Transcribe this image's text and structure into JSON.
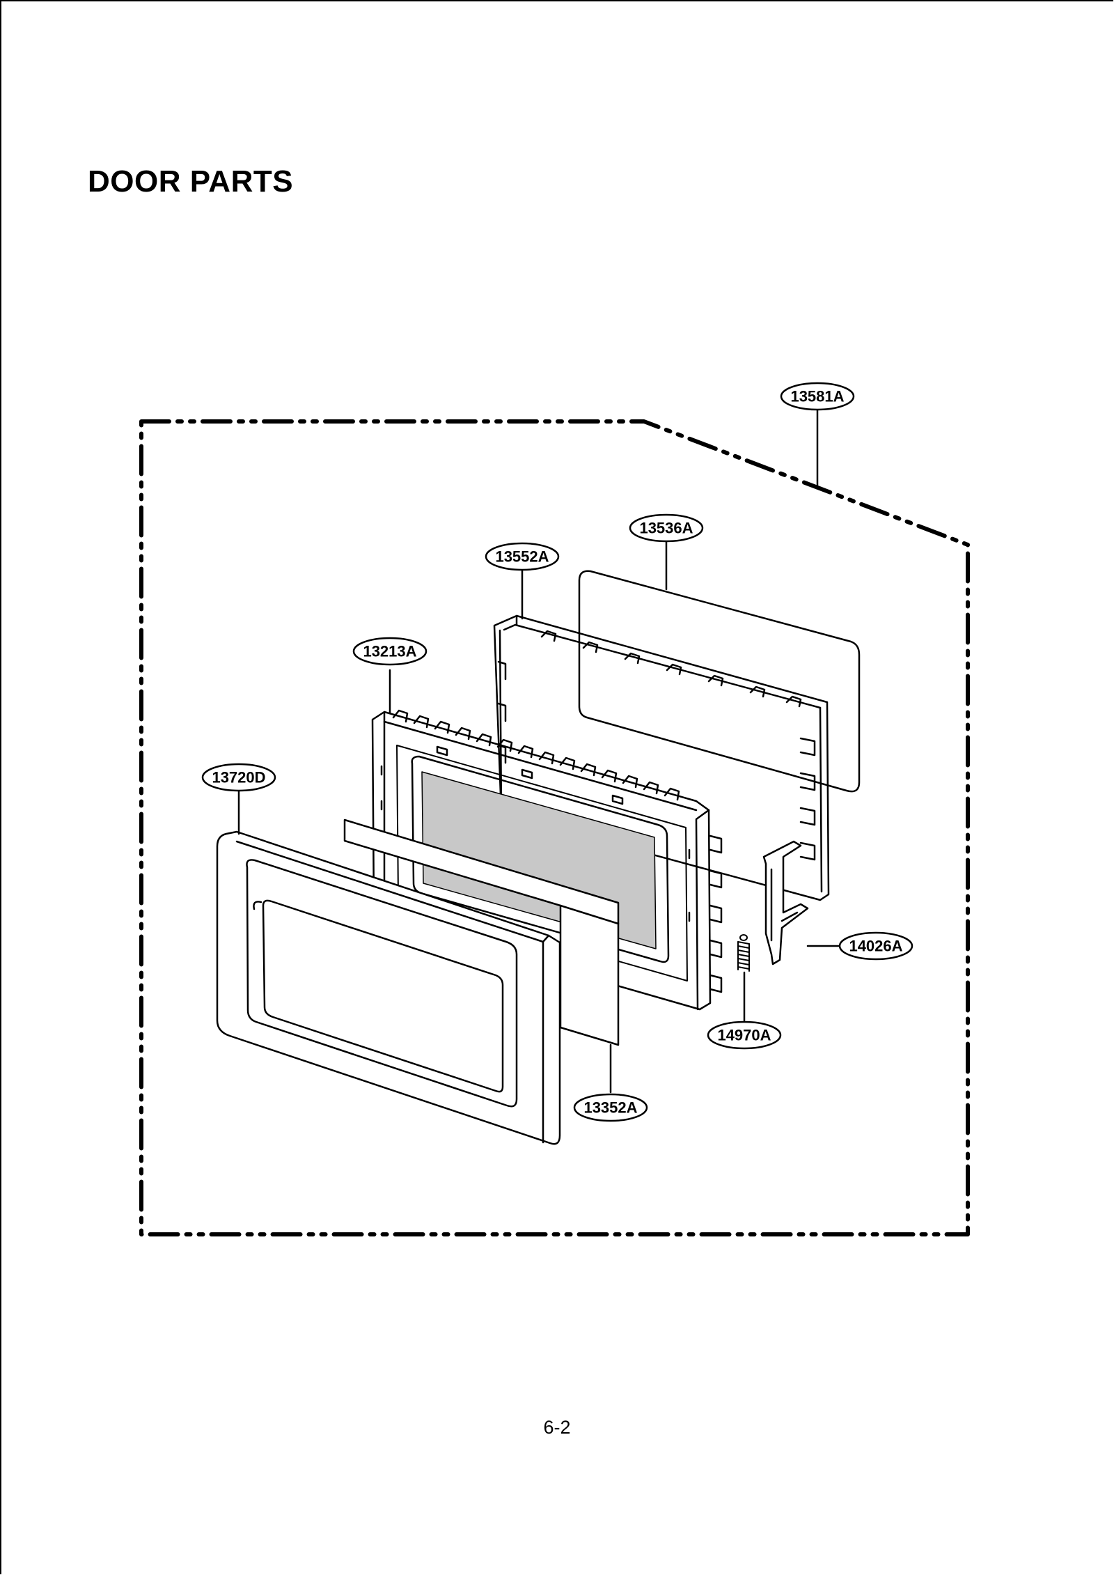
{
  "title": "DOOR PARTS",
  "page_number": "6-2",
  "callouts": {
    "assembly": "13581A",
    "barrier_screen": "13536A",
    "choke_cover": "13552A",
    "door_frame": "13213A",
    "door_front": "13720D",
    "glass_sheet": "13352A",
    "latch_key": "14026A",
    "latch_spring": "14970A"
  }
}
